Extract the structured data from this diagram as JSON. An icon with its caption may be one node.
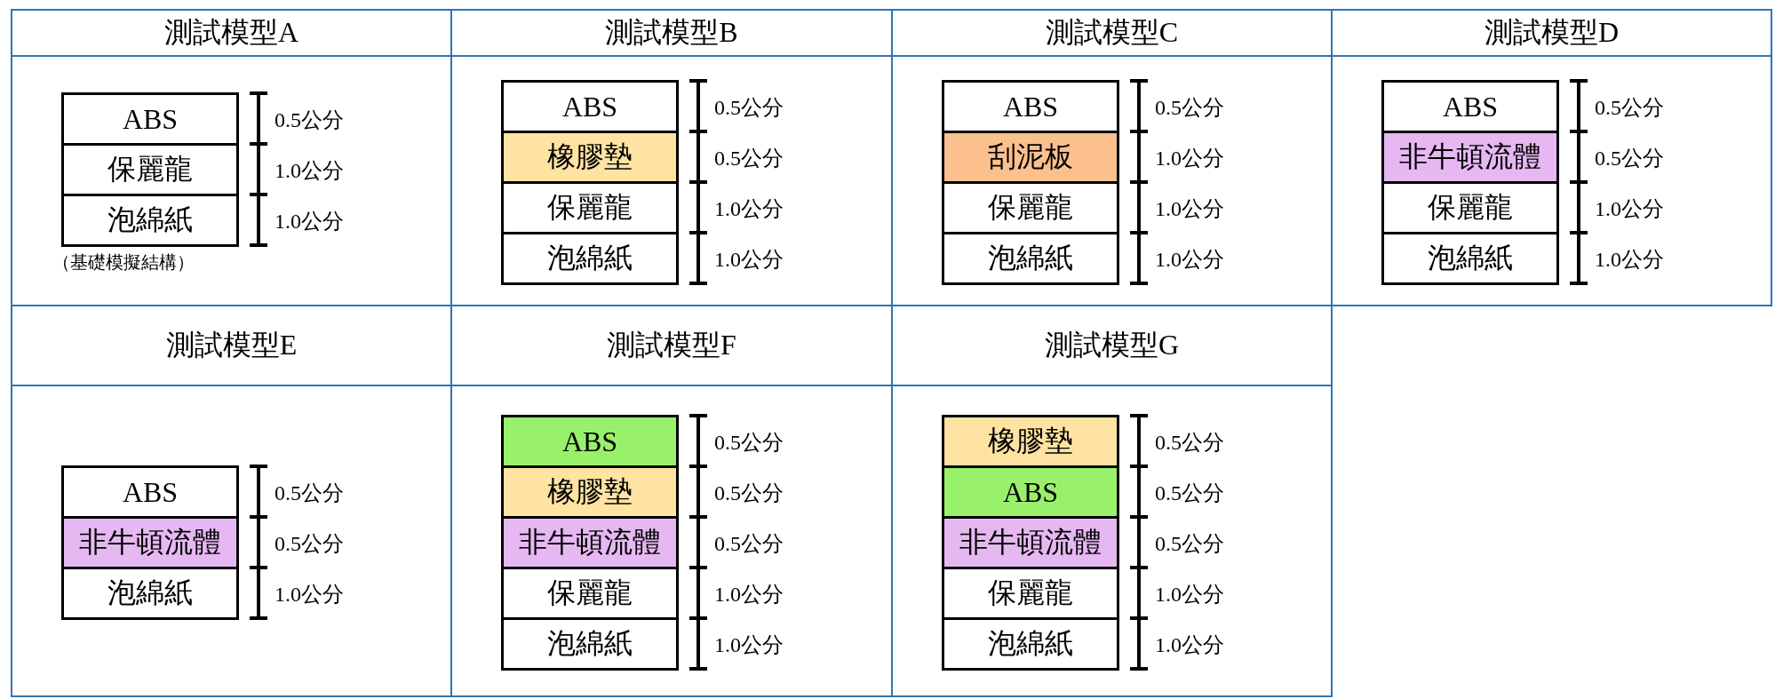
{
  "diagram": {
    "nodes": [
      {
        "text": [
          "測試模型A"
        ],
        "beside": [
          "（基礎模擬結構）"
        ]
      },
      {
        "text": [
          "ABS"
        ],
        "in": 0
      },
      {
        "text": [
          "保麗龍"
        ],
        "in": 0
      },
      {
        "text": [
          "泡綿紙"
        ],
        "in": 0
      },
      {
        "text": [
          "測試模型B"
        ]
      },
      {
        "text": [
          "ABS"
        ],
        "in": 4
      },
      {
        "text": [
          "橡膠墊"
        ],
        "in": 4
      },
      {
        "text": [
          "保麗龍"
        ],
        "in": 4
      },
      {
        "text": [
          "泡綿紙"
        ],
        "in": 4
      },
      {
        "text": [
          "測試模型C"
        ]
      },
      {
        "text": [
          "ABS"
        ],
        "in": 9
      },
      {
        "text": [
          "刮泥板"
        ],
        "in": 9
      },
      {
        "text": [
          "保麗龍"
        ],
        "in": 9
      },
      {
        "text": [
          "泡綿紙"
        ],
        "in": 9
      },
      {
        "text": [
          "測試模型D"
        ]
      },
      {
        "text": [
          "ABS"
        ],
        "in": 14
      },
      {
        "text": [
          "非牛頓流體"
        ],
        "in": 14
      },
      {
        "text": [
          "保麗龍"
        ],
        "in": 14
      },
      {
        "text": [
          "泡綿紙"
        ],
        "in": 14
      },
      {
        "text": [
          "測試模型E"
        ]
      },
      {
        "text": [
          "ABS"
        ],
        "in": 19
      },
      {
        "text": [
          "非牛頓流體"
        ],
        "in": 19
      },
      {
        "text": [
          "泡綿紙"
        ],
        "in": 19
      },
      {
        "text": [
          "測試模型F"
        ]
      },
      {
        "text": [
          "ABS"
        ],
        "in": 23
      },
      {
        "text": [
          "橡膠墊"
        ],
        "in": 23
      },
      {
        "text": [
          "非牛頓流體"
        ],
        "in": 23
      },
      {
        "text": [
          "保麗龍"
        ],
        "in": 23
      },
      {
        "text": [
          "泡綿紙"
        ],
        "in": 23
      },
      {
        "text": [
          "測試模型G"
        ]
      },
      {
        "text": [
          "橡膠墊"
        ],
        "in": 29
      },
      {
        "text": [
          "ABS"
        ],
        "in": 29
      },
      {
        "text": [
          "非牛頓流體"
        ],
        "in": 29
      },
      {
        "text": [
          "保麗龍"
        ],
        "in": 29
      },
      {
        "text": [
          "泡綿紙"
        ],
        "in": 29
      }
    ],
    "labels": [
      "0.5公分",
      "1.0公分",
      "1.0公分",
      "0.5公分",
      "0.5公分",
      "1.0公分",
      "1.0公分",
      "0.5公分",
      "1.0公分",
      "1.0公分",
      "1.0公分",
      "0.5公分",
      "0.5公分",
      "1.0公分",
      "1.0公分",
      "0.5公分",
      "0.5公分",
      "1.0公分",
      "0.5公分",
      "0.5公分",
      "0.5公分",
      "1.0公分",
      "1.0公分",
      "0.5公分",
      "0.5公分",
      "0.5公分",
      "1.0公分",
      "1.0公分"
    ]
  }
}
